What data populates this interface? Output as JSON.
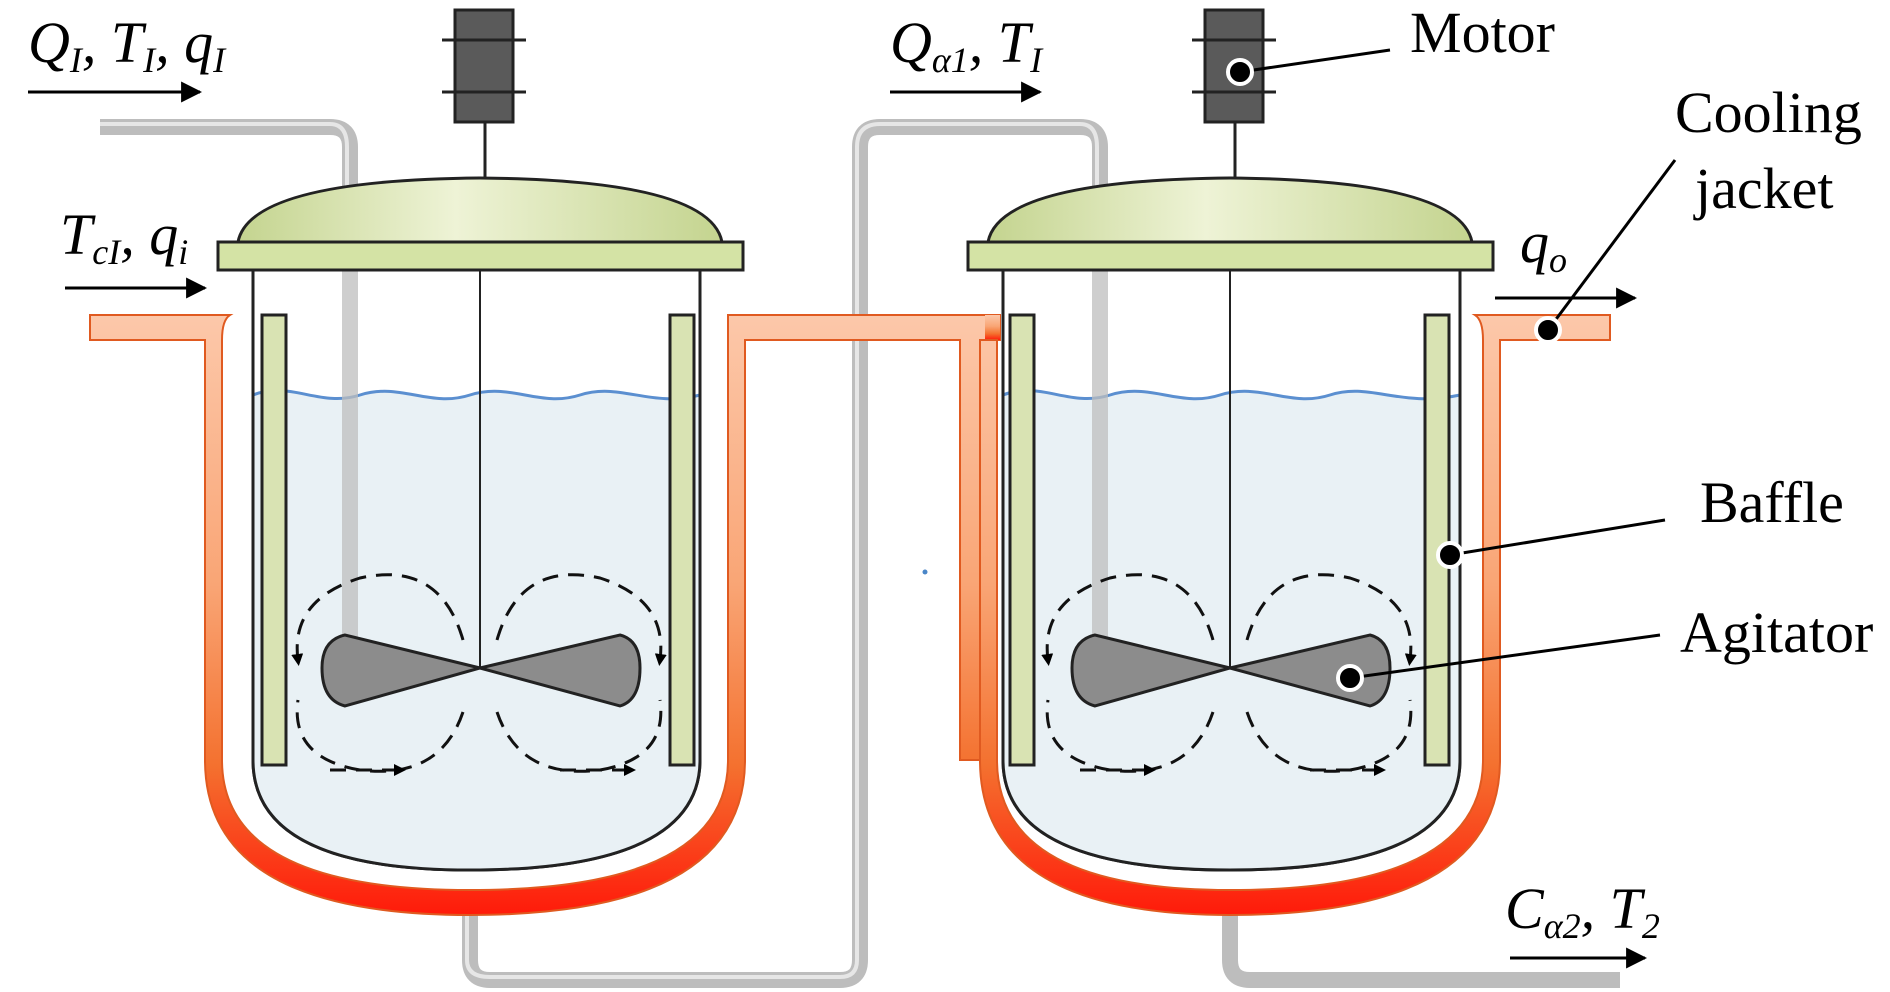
{
  "stream_labels": {
    "feed_1": {
      "sym1": "Q",
      "sub1": "I",
      "sep1": ", ",
      "sym2": "T",
      "sub2": "I",
      "sep2": ", ",
      "sym3": "q",
      "sub3": "I"
    },
    "coolant_in": {
      "sym1": "T",
      "sub1": "cI",
      "sep1": ", ",
      "sym2": "q",
      "sub2": "i"
    },
    "feed_2": {
      "sym1": "Q",
      "sub1": "α1",
      "sep1": ", ",
      "sym2": "T",
      "sub2": "I"
    },
    "coolant_out": {
      "sym1": "q",
      "sub1": "o"
    },
    "product_out": {
      "sym1": "C",
      "sub1": "α2",
      "sep1": ", ",
      "sym2": "T",
      "sub2": "2"
    }
  },
  "callouts": {
    "motor": "Motor",
    "cooling_jacket_line1": "Cooling",
    "cooling_jacket_line2": "jacket",
    "baffle": "Baffle",
    "agitator": "Agitator"
  },
  "colors": {
    "pipe": "#bdbdbd",
    "lid": "#cfdca0",
    "lid_rim": "#d4e3a5",
    "baffle": "#d9e3b3",
    "liquid": "#e9f1f5",
    "liquid_surface": "#5b8fd0",
    "jacket_top": "#fbc2a2",
    "jacket_bottom": "#fb2a10",
    "motor": "#5a5a5a",
    "impeller": "#8c8c8c"
  },
  "icons": [
    "motor-icon",
    "impeller-icon",
    "flow-arrow-icon"
  ]
}
